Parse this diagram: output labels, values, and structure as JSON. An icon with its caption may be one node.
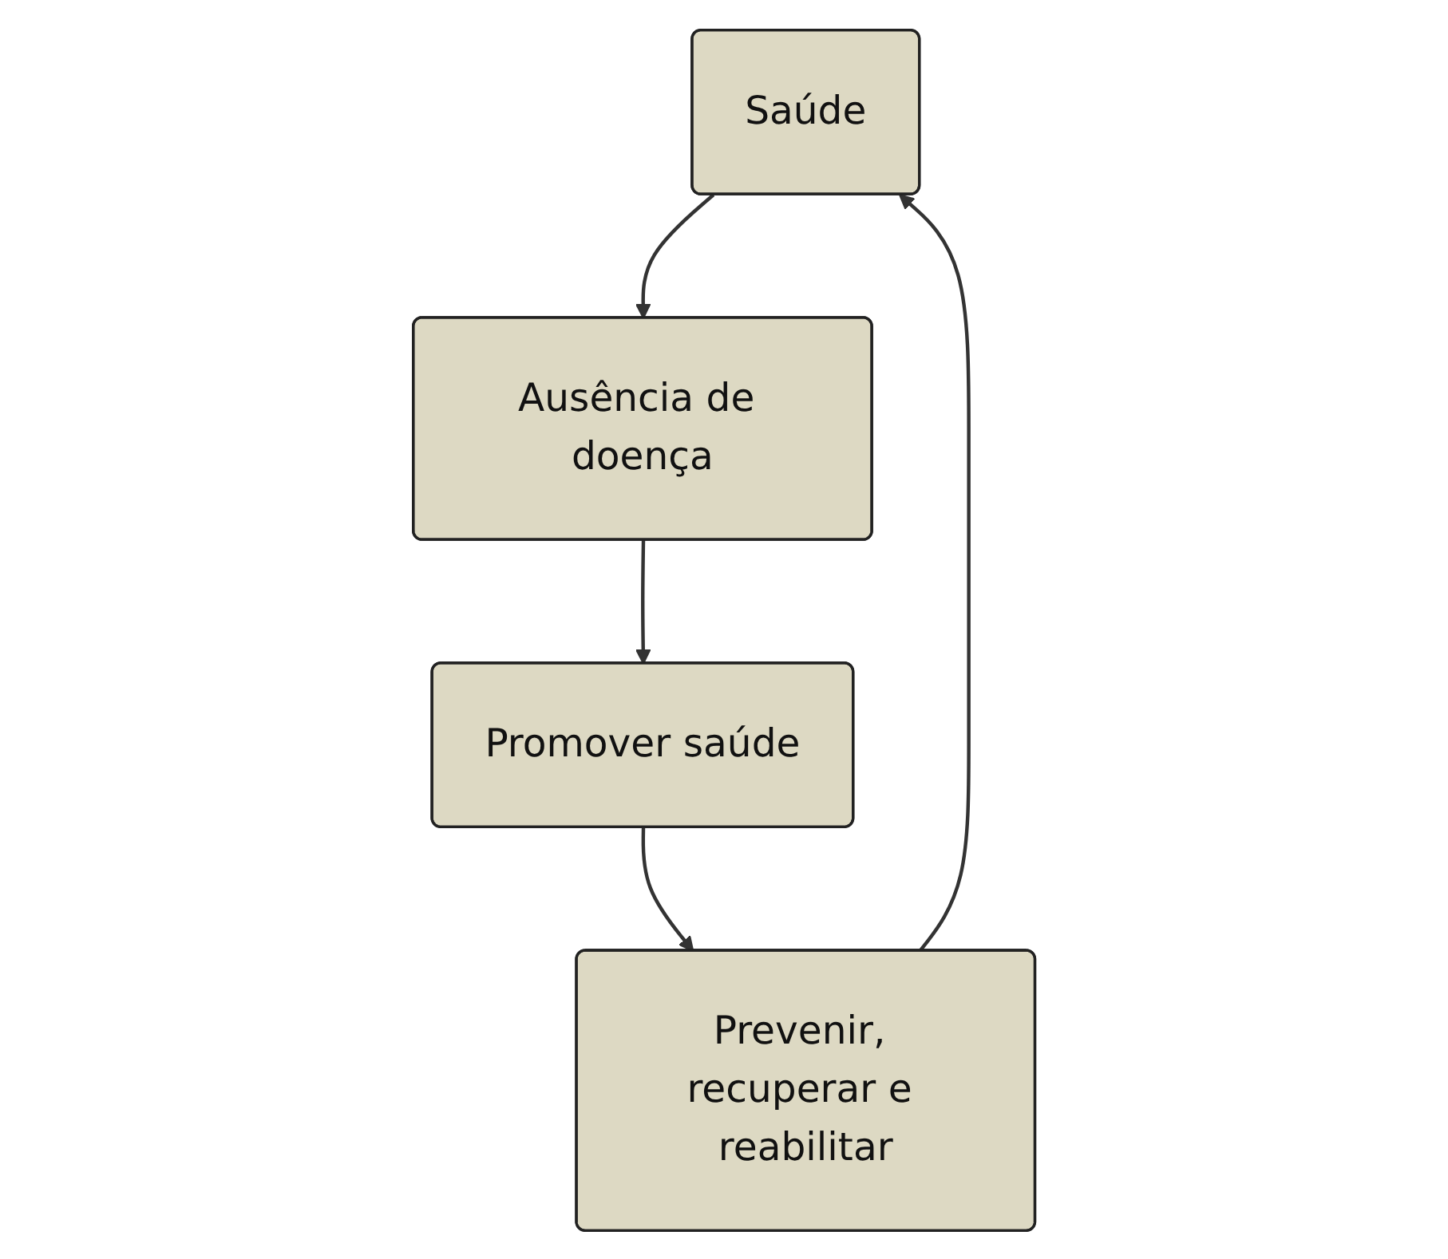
{
  "diagram": {
    "nodes": [
      {
        "text": [
          "Saúde"
        ]
      },
      {
        "text": [
          "Ausência de doença"
        ]
      },
      {
        "text": [
          "Promover saúde"
        ]
      },
      {
        "text": [
          "Prevenir, recuperar e reabilitar"
        ]
      }
    ],
    "edges": [
      {
        "from": 0,
        "to": 1,
        "arrow": "to"
      },
      {
        "from": 1,
        "to": 2,
        "arrow": "to"
      },
      {
        "from": 2,
        "to": 3,
        "arrow": "to"
      },
      {
        "from": 3,
        "to": 0,
        "arrow": "to"
      }
    ]
  }
}
